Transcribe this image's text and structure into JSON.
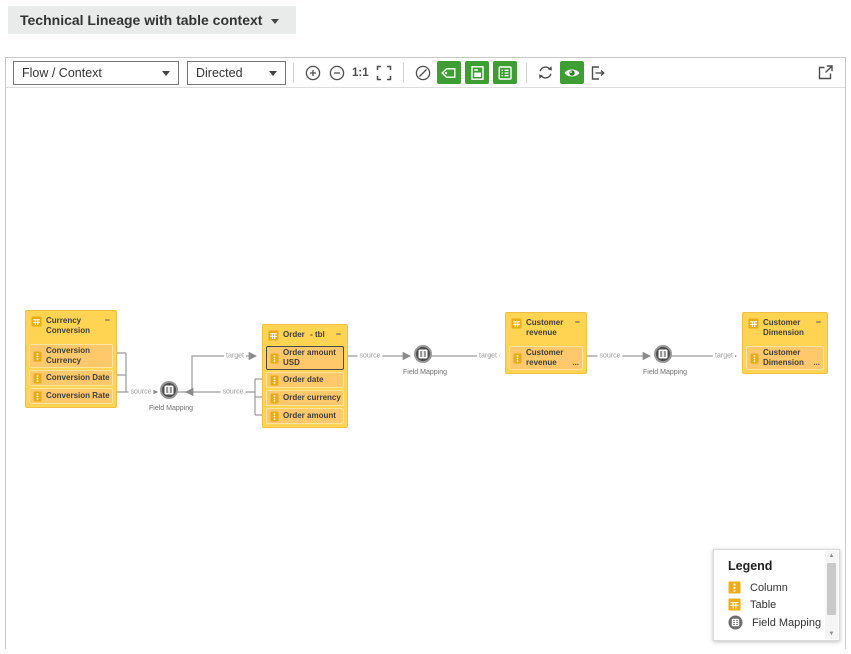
{
  "title_bar": {
    "label": "Technical Lineage with table context"
  },
  "toolbar": {
    "flow_select_value": "Flow / Context",
    "direction_select_value": "Directed",
    "zoom_ratio_label": "1:1",
    "icon_names": [
      "zoom-in",
      "zoom-out",
      "actual-size",
      "fit-screen",
      "disable-tracing",
      "edge-labels",
      "node-preview",
      "column-list",
      "refresh",
      "visibility",
      "export",
      "open-external"
    ]
  },
  "diagram": {
    "edge_labels": {
      "source": "source",
      "target": "target"
    },
    "field_mapping_caption": "Field Mapping",
    "tables": [
      {
        "name": "Currency Conversion",
        "collapse_glyph": "−",
        "columns": [
          "Conversion Currency",
          "Conversion Date",
          "Conversion Rate"
        ]
      },
      {
        "name": "Order",
        "name_suffix": "- tbl",
        "collapse_glyph": "−",
        "columns": [
          "Order amount USD",
          "Order date",
          "Order currency",
          "Order amount"
        ],
        "selected_column_index": 0
      },
      {
        "name": "Customer revenue",
        "collapse_glyph": "−",
        "columns": [
          "Customer revenue"
        ],
        "overflow_indicator": "..."
      },
      {
        "name": "Customer Dimension",
        "collapse_glyph": "−",
        "columns": [
          "Customer Dimension"
        ],
        "overflow_indicator": "..."
      }
    ]
  },
  "legend": {
    "title": "Legend",
    "items": [
      {
        "icon": "column-icon",
        "label": "Column"
      },
      {
        "icon": "table-icon",
        "label": "Table"
      },
      {
        "icon": "field-mapping-icon",
        "label": "Field Mapping"
      }
    ]
  },
  "colors": {
    "accent_green": "#3f9e33",
    "table_fill": "#ffd452",
    "column_fill": "#ffc96b",
    "icon_chip": "#e7ac15",
    "field_mapping_fill": "#4d4d4d",
    "edge": "#9b9b9b"
  }
}
